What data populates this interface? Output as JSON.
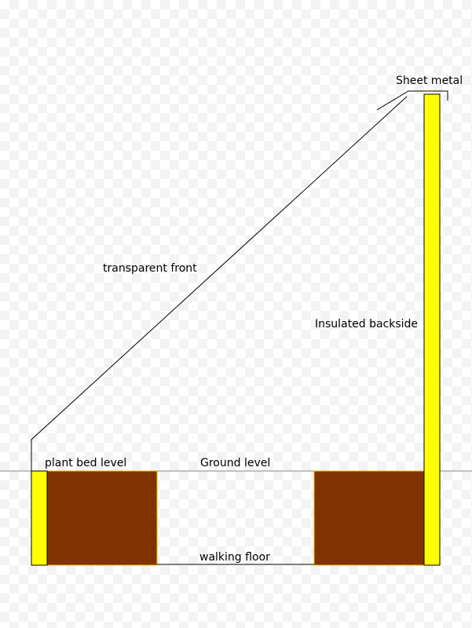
{
  "labels": {
    "sheet_metal": "Sheet metal",
    "transparent_front": "transparent front",
    "insulated_backside": "Insulated backside",
    "plant_bed_level": "plant bed level",
    "ground_level": "Ground level",
    "walking_floor": "walking floor"
  },
  "colors": {
    "insulation": "#ffff00",
    "soil": "#803300",
    "soil_edge": "#e8c000",
    "outline": "#000000",
    "ground_line": "#888888"
  }
}
